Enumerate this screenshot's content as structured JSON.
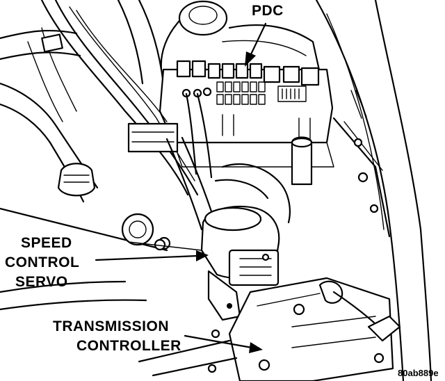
{
  "labels": {
    "pdc": "PDC",
    "speed_control_servo": [
      "SPEED",
      "CONTROL",
      "SERVO"
    ],
    "transmission_controller": [
      "TRANSMISSION",
      "CONTROLLER"
    ]
  },
  "figure_id": "80ab889e"
}
